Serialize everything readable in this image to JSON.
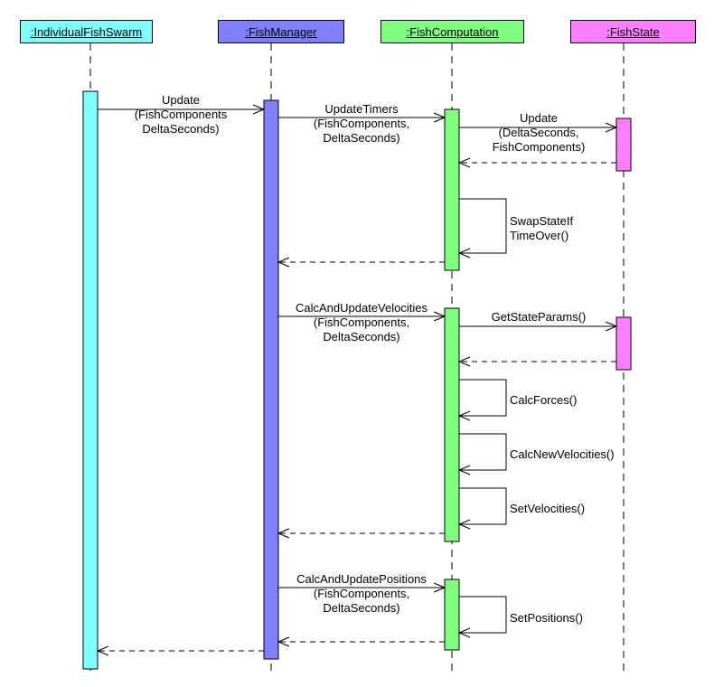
{
  "participants": [
    {
      "id": "swarm",
      "name": ":IndividualFishSwarm",
      "color": "#80ffff"
    },
    {
      "id": "manager",
      "name": ":FishManager",
      "color": "#8080ff"
    },
    {
      "id": "comp",
      "name": ":FishComputation",
      "color": "#80ff80"
    },
    {
      "id": "state",
      "name": ":FishState",
      "color": "#ff80ff"
    }
  ],
  "messages": [
    {
      "id": "update-call",
      "from": "swarm",
      "to": "manager",
      "kind": "call",
      "lines": [
        "Update",
        "(FishComponents",
        "DeltaSeconds)"
      ]
    },
    {
      "id": "update-timers-call",
      "from": "manager",
      "to": "comp",
      "kind": "call",
      "lines": [
        "UpdateTimers",
        "(FishComponents,",
        "DeltaSeconds)"
      ]
    },
    {
      "id": "state-update-call",
      "from": "comp",
      "to": "state",
      "kind": "call",
      "lines": [
        "Update",
        "(DeltaSeconds,",
        "FishComponents)"
      ]
    },
    {
      "id": "state-update-return",
      "from": "state",
      "to": "comp",
      "kind": "return",
      "lines": []
    },
    {
      "id": "swap-state-self",
      "from": "comp",
      "to": "comp",
      "kind": "self",
      "lines": [
        "SwapStateIf",
        "TimeOver()"
      ]
    },
    {
      "id": "update-timers-return",
      "from": "comp",
      "to": "manager",
      "kind": "return",
      "lines": []
    },
    {
      "id": "calc-velocities-call",
      "from": "manager",
      "to": "comp",
      "kind": "call",
      "lines": [
        "CalcAndUpdateVelocities",
        "(FishComponents,",
        "DeltaSeconds)"
      ]
    },
    {
      "id": "get-state-params-call",
      "from": "comp",
      "to": "state",
      "kind": "call",
      "lines": [
        "GetStateParams()"
      ]
    },
    {
      "id": "get-state-params-return",
      "from": "state",
      "to": "comp",
      "kind": "return",
      "lines": []
    },
    {
      "id": "calc-forces-self",
      "from": "comp",
      "to": "comp",
      "kind": "self",
      "lines": [
        "CalcForces()"
      ]
    },
    {
      "id": "calc-new-velocities-self",
      "from": "comp",
      "to": "comp",
      "kind": "self",
      "lines": [
        "CalcNewVelocities()"
      ]
    },
    {
      "id": "set-velocities-self",
      "from": "comp",
      "to": "comp",
      "kind": "self",
      "lines": [
        "SetVelocities()"
      ]
    },
    {
      "id": "calc-velocities-return",
      "from": "comp",
      "to": "manager",
      "kind": "return",
      "lines": []
    },
    {
      "id": "calc-positions-call",
      "from": "manager",
      "to": "comp",
      "kind": "call",
      "lines": [
        "CalcAndUpdatePositions",
        "(FishComponents,",
        "DeltaSeconds)"
      ]
    },
    {
      "id": "set-positions-self",
      "from": "comp",
      "to": "comp",
      "kind": "self",
      "lines": [
        "SetPositions()"
      ]
    },
    {
      "id": "calc-positions-return",
      "from": "comp",
      "to": "manager",
      "kind": "return",
      "lines": []
    },
    {
      "id": "update-return",
      "from": "manager",
      "to": "swarm",
      "kind": "return",
      "lines": []
    }
  ]
}
